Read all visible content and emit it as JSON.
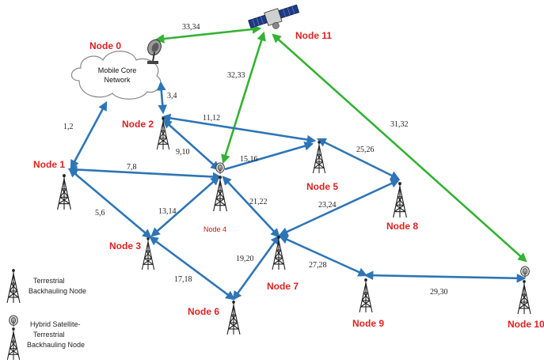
{
  "colors": {
    "terrestrial_link": "#2e75b6",
    "satellite_link": "#33b233",
    "node_label": "#e02020",
    "tower": "#222222"
  },
  "cloud": {
    "line1": "Mobile Core",
    "line2": "Network"
  },
  "nodes": {
    "n0": "Node 0",
    "n1": "Node 1",
    "n2": "Node 2",
    "n3": "Node 3",
    "n4": "Node 4",
    "n5": "Node 5",
    "n6": "Node 6",
    "n7": "Node 7",
    "n8": "Node 8",
    "n9": "Node 9",
    "n10": "Node 10",
    "n11": "Node 11"
  },
  "links": {
    "l1": "33,34",
    "l2": "3,4",
    "l3": "1,2",
    "l4": "32,33",
    "l5": "11,12",
    "l6": "31,32",
    "l7": "9,10",
    "l8": "15,16",
    "l9": "25,26",
    "l10": "7,8",
    "l11": "13,14",
    "l12": "21,22",
    "l13": "23,24",
    "l14": "5,6",
    "l15": "19,20",
    "l16": "27,28",
    "l17": "17,18",
    "l18": "29,30"
  },
  "legend": {
    "terrestrial_line1": "Terrestrial",
    "terrestrial_line2": "Backhauling Node",
    "hybrid_line1": "Hybrid Satellite-",
    "hybrid_line2": "Terrestrial",
    "hybrid_line3": "Backhauling Node"
  }
}
